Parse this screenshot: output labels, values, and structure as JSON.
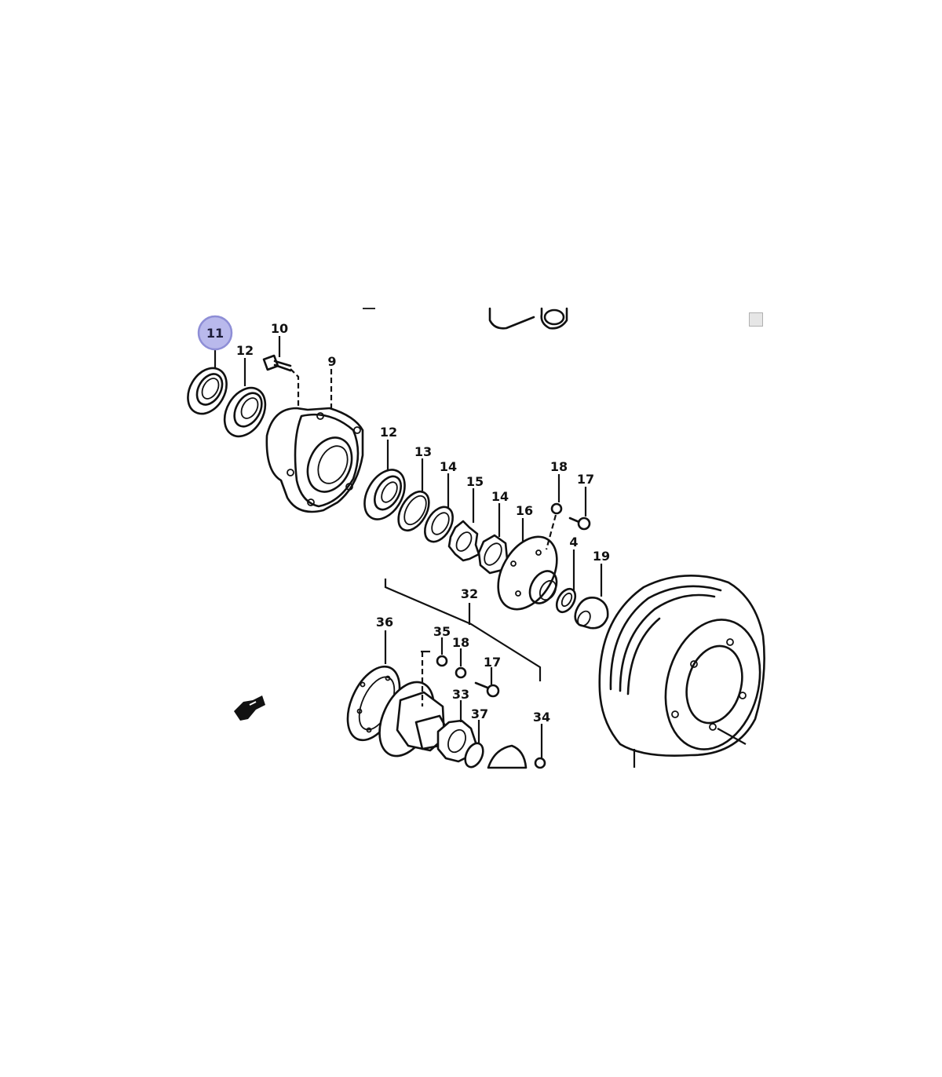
{
  "diagram": {
    "callouts": {
      "c11": "11",
      "c12a": "12",
      "c10": "10",
      "c9": "9",
      "c12b": "12",
      "c13": "13",
      "c14a": "14",
      "c15": "15",
      "c14b": "14",
      "c16": "16",
      "c18a": "18",
      "c17a": "17",
      "c4": "4",
      "c19": "19",
      "c32": "32",
      "c36": "36",
      "c35": "35",
      "c18b": "18",
      "c17b": "17",
      "c33": "33",
      "c37": "37",
      "c34": "34"
    },
    "highlight_color": "#b9b9ec",
    "highlighted_part": "11"
  }
}
